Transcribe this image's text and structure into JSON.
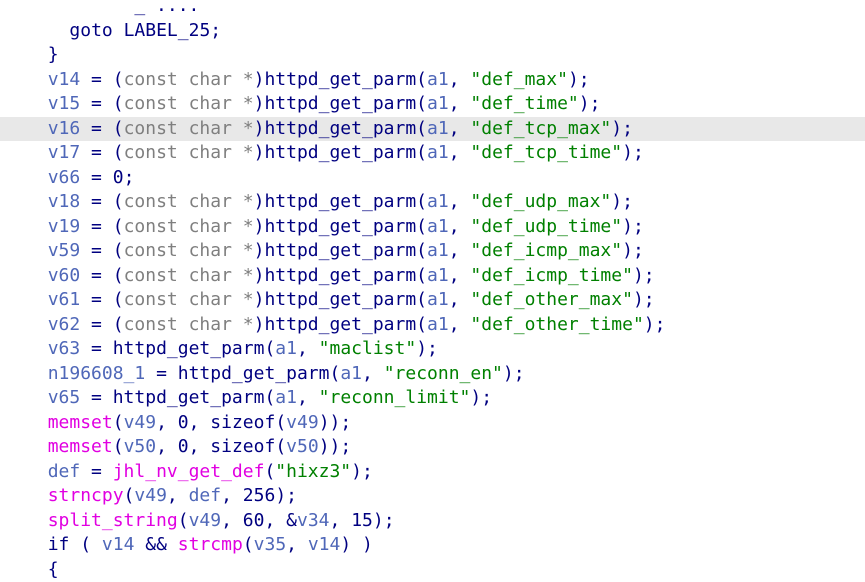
{
  "colors": {
    "background": "#ffffff",
    "current_line": "#e8e8e8",
    "variable": "#4f67b8",
    "type": "#7f7f7f",
    "function": "#000080",
    "library_function": "#e100e1",
    "string": "#008000",
    "number": "#000080"
  },
  "editor": {
    "current_line_index": 4,
    "lines": [
      {
        "indent": 0,
        "tokens": [
          {
            "t": "plain",
            "v": "          _ "
          },
          {
            "t": "op",
            "v": "...."
          }
        ]
      },
      {
        "indent": 4,
        "tokens": [
          {
            "t": "kw",
            "v": "goto"
          },
          {
            "t": "plain",
            "v": " LABEL_25"
          },
          {
            "t": "op",
            "v": ";"
          }
        ]
      },
      {
        "indent": 2,
        "tokens": [
          {
            "t": "op",
            "v": "}"
          }
        ]
      },
      {
        "indent": 2,
        "tokens": [
          {
            "t": "var",
            "v": "v14"
          },
          {
            "t": "op",
            "v": " = ("
          },
          {
            "t": "type",
            "v": "const char *"
          },
          {
            "t": "op",
            "v": ")"
          },
          {
            "t": "func",
            "v": "httpd_get_parm"
          },
          {
            "t": "op",
            "v": "("
          },
          {
            "t": "arg",
            "v": "a1"
          },
          {
            "t": "op",
            "v": ", "
          },
          {
            "t": "str",
            "v": "\"def_max\""
          },
          {
            "t": "op",
            "v": ");"
          }
        ]
      },
      {
        "indent": 2,
        "tokens": [
          {
            "t": "var",
            "v": "v15"
          },
          {
            "t": "op",
            "v": " = ("
          },
          {
            "t": "type",
            "v": "const char *"
          },
          {
            "t": "op",
            "v": ")"
          },
          {
            "t": "func",
            "v": "httpd_get_parm"
          },
          {
            "t": "op",
            "v": "("
          },
          {
            "t": "arg",
            "v": "a1"
          },
          {
            "t": "op",
            "v": ", "
          },
          {
            "t": "str",
            "v": "\"def_time\""
          },
          {
            "t": "op",
            "v": ");"
          }
        ]
      },
      {
        "indent": 2,
        "tokens": [
          {
            "t": "var",
            "v": "v16"
          },
          {
            "t": "op",
            "v": " = ("
          },
          {
            "t": "type",
            "v": "const char *"
          },
          {
            "t": "op",
            "v": ")"
          },
          {
            "t": "func",
            "v": "httpd_get_parm"
          },
          {
            "t": "op",
            "v": "("
          },
          {
            "t": "arg",
            "v": "a1"
          },
          {
            "t": "op",
            "v": ", "
          },
          {
            "t": "str",
            "v": "\"def_tcp_max\""
          },
          {
            "t": "op",
            "v": ");"
          }
        ]
      },
      {
        "indent": 2,
        "tokens": [
          {
            "t": "var",
            "v": "v17"
          },
          {
            "t": "op",
            "v": " = ("
          },
          {
            "t": "type",
            "v": "const char *"
          },
          {
            "t": "op",
            "v": ")"
          },
          {
            "t": "func",
            "v": "httpd_get_parm"
          },
          {
            "t": "op",
            "v": "("
          },
          {
            "t": "arg",
            "v": "a1"
          },
          {
            "t": "op",
            "v": ", "
          },
          {
            "t": "str",
            "v": "\"def_tcp_time\""
          },
          {
            "t": "op",
            "v": ");"
          }
        ]
      },
      {
        "indent": 2,
        "tokens": [
          {
            "t": "var",
            "v": "v66"
          },
          {
            "t": "op",
            "v": " = "
          },
          {
            "t": "num",
            "v": "0"
          },
          {
            "t": "op",
            "v": ";"
          }
        ]
      },
      {
        "indent": 2,
        "tokens": [
          {
            "t": "var",
            "v": "v18"
          },
          {
            "t": "op",
            "v": " = ("
          },
          {
            "t": "type",
            "v": "const char *"
          },
          {
            "t": "op",
            "v": ")"
          },
          {
            "t": "func",
            "v": "httpd_get_parm"
          },
          {
            "t": "op",
            "v": "("
          },
          {
            "t": "arg",
            "v": "a1"
          },
          {
            "t": "op",
            "v": ", "
          },
          {
            "t": "str",
            "v": "\"def_udp_max\""
          },
          {
            "t": "op",
            "v": ");"
          }
        ]
      },
      {
        "indent": 2,
        "tokens": [
          {
            "t": "var",
            "v": "v19"
          },
          {
            "t": "op",
            "v": " = ("
          },
          {
            "t": "type",
            "v": "const char *"
          },
          {
            "t": "op",
            "v": ")"
          },
          {
            "t": "func",
            "v": "httpd_get_parm"
          },
          {
            "t": "op",
            "v": "("
          },
          {
            "t": "arg",
            "v": "a1"
          },
          {
            "t": "op",
            "v": ", "
          },
          {
            "t": "str",
            "v": "\"def_udp_time\""
          },
          {
            "t": "op",
            "v": ");"
          }
        ]
      },
      {
        "indent": 2,
        "tokens": [
          {
            "t": "var",
            "v": "v59"
          },
          {
            "t": "op",
            "v": " = ("
          },
          {
            "t": "type",
            "v": "const char *"
          },
          {
            "t": "op",
            "v": ")"
          },
          {
            "t": "func",
            "v": "httpd_get_parm"
          },
          {
            "t": "op",
            "v": "("
          },
          {
            "t": "arg",
            "v": "a1"
          },
          {
            "t": "op",
            "v": ", "
          },
          {
            "t": "str",
            "v": "\"def_icmp_max\""
          },
          {
            "t": "op",
            "v": ");"
          }
        ]
      },
      {
        "indent": 2,
        "tokens": [
          {
            "t": "var",
            "v": "v60"
          },
          {
            "t": "op",
            "v": " = ("
          },
          {
            "t": "type",
            "v": "const char *"
          },
          {
            "t": "op",
            "v": ")"
          },
          {
            "t": "func",
            "v": "httpd_get_parm"
          },
          {
            "t": "op",
            "v": "("
          },
          {
            "t": "arg",
            "v": "a1"
          },
          {
            "t": "op",
            "v": ", "
          },
          {
            "t": "str",
            "v": "\"def_icmp_time\""
          },
          {
            "t": "op",
            "v": ");"
          }
        ]
      },
      {
        "indent": 2,
        "tokens": [
          {
            "t": "var",
            "v": "v61"
          },
          {
            "t": "op",
            "v": " = ("
          },
          {
            "t": "type",
            "v": "const char *"
          },
          {
            "t": "op",
            "v": ")"
          },
          {
            "t": "func",
            "v": "httpd_get_parm"
          },
          {
            "t": "op",
            "v": "("
          },
          {
            "t": "arg",
            "v": "a1"
          },
          {
            "t": "op",
            "v": ", "
          },
          {
            "t": "str",
            "v": "\"def_other_max\""
          },
          {
            "t": "op",
            "v": ");"
          }
        ]
      },
      {
        "indent": 2,
        "tokens": [
          {
            "t": "var",
            "v": "v62"
          },
          {
            "t": "op",
            "v": " = ("
          },
          {
            "t": "type",
            "v": "const char *"
          },
          {
            "t": "op",
            "v": ")"
          },
          {
            "t": "func",
            "v": "httpd_get_parm"
          },
          {
            "t": "op",
            "v": "("
          },
          {
            "t": "arg",
            "v": "a1"
          },
          {
            "t": "op",
            "v": ", "
          },
          {
            "t": "str",
            "v": "\"def_other_time\""
          },
          {
            "t": "op",
            "v": ");"
          }
        ]
      },
      {
        "indent": 2,
        "tokens": [
          {
            "t": "var",
            "v": "v63"
          },
          {
            "t": "op",
            "v": " = "
          },
          {
            "t": "func",
            "v": "httpd_get_parm"
          },
          {
            "t": "op",
            "v": "("
          },
          {
            "t": "arg",
            "v": "a1"
          },
          {
            "t": "op",
            "v": ", "
          },
          {
            "t": "str",
            "v": "\"maclist\""
          },
          {
            "t": "op",
            "v": ");"
          }
        ]
      },
      {
        "indent": 2,
        "tokens": [
          {
            "t": "var",
            "v": "n196608_1"
          },
          {
            "t": "op",
            "v": " = "
          },
          {
            "t": "func",
            "v": "httpd_get_parm"
          },
          {
            "t": "op",
            "v": "("
          },
          {
            "t": "arg",
            "v": "a1"
          },
          {
            "t": "op",
            "v": ", "
          },
          {
            "t": "str",
            "v": "\"reconn_en\""
          },
          {
            "t": "op",
            "v": ");"
          }
        ]
      },
      {
        "indent": 2,
        "tokens": [
          {
            "t": "var",
            "v": "v65"
          },
          {
            "t": "op",
            "v": " = "
          },
          {
            "t": "func",
            "v": "httpd_get_parm"
          },
          {
            "t": "op",
            "v": "("
          },
          {
            "t": "arg",
            "v": "a1"
          },
          {
            "t": "op",
            "v": ", "
          },
          {
            "t": "str",
            "v": "\"reconn_limit\""
          },
          {
            "t": "op",
            "v": ");"
          }
        ]
      },
      {
        "indent": 2,
        "tokens": [
          {
            "t": "libfn",
            "v": "memset"
          },
          {
            "t": "op",
            "v": "("
          },
          {
            "t": "var",
            "v": "v49"
          },
          {
            "t": "op",
            "v": ", "
          },
          {
            "t": "num",
            "v": "0"
          },
          {
            "t": "op",
            "v": ", "
          },
          {
            "t": "kw",
            "v": "sizeof"
          },
          {
            "t": "op",
            "v": "("
          },
          {
            "t": "var",
            "v": "v49"
          },
          {
            "t": "op",
            "v": "));"
          }
        ]
      },
      {
        "indent": 2,
        "tokens": [
          {
            "t": "libfn",
            "v": "memset"
          },
          {
            "t": "op",
            "v": "("
          },
          {
            "t": "var",
            "v": "v50"
          },
          {
            "t": "op",
            "v": ", "
          },
          {
            "t": "num",
            "v": "0"
          },
          {
            "t": "op",
            "v": ", "
          },
          {
            "t": "kw",
            "v": "sizeof"
          },
          {
            "t": "op",
            "v": "("
          },
          {
            "t": "var",
            "v": "v50"
          },
          {
            "t": "op",
            "v": "));"
          }
        ]
      },
      {
        "indent": 2,
        "tokens": [
          {
            "t": "var",
            "v": "def"
          },
          {
            "t": "op",
            "v": " = "
          },
          {
            "t": "libfn",
            "v": "jhl_nv_get_def"
          },
          {
            "t": "op",
            "v": "("
          },
          {
            "t": "str",
            "v": "\"hixz3\""
          },
          {
            "t": "op",
            "v": ");"
          }
        ]
      },
      {
        "indent": 2,
        "tokens": [
          {
            "t": "libfn",
            "v": "strncpy"
          },
          {
            "t": "op",
            "v": "("
          },
          {
            "t": "var",
            "v": "v49"
          },
          {
            "t": "op",
            "v": ", "
          },
          {
            "t": "var",
            "v": "def"
          },
          {
            "t": "op",
            "v": ", "
          },
          {
            "t": "num",
            "v": "256"
          },
          {
            "t": "op",
            "v": ");"
          }
        ]
      },
      {
        "indent": 2,
        "tokens": [
          {
            "t": "libfn",
            "v": "split_string"
          },
          {
            "t": "op",
            "v": "("
          },
          {
            "t": "var",
            "v": "v49"
          },
          {
            "t": "op",
            "v": ", "
          },
          {
            "t": "num",
            "v": "60"
          },
          {
            "t": "op",
            "v": ", &"
          },
          {
            "t": "var",
            "v": "v34"
          },
          {
            "t": "op",
            "v": ", "
          },
          {
            "t": "num",
            "v": "15"
          },
          {
            "t": "op",
            "v": ");"
          }
        ]
      },
      {
        "indent": 2,
        "tokens": [
          {
            "t": "kw",
            "v": "if"
          },
          {
            "t": "op",
            "v": " ( "
          },
          {
            "t": "var",
            "v": "v14"
          },
          {
            "t": "op",
            "v": " && "
          },
          {
            "t": "libfn",
            "v": "strcmp"
          },
          {
            "t": "op",
            "v": "("
          },
          {
            "t": "var",
            "v": "v35"
          },
          {
            "t": "op",
            "v": ", "
          },
          {
            "t": "var",
            "v": "v14"
          },
          {
            "t": "op",
            "v": ") )"
          }
        ]
      },
      {
        "indent": 2,
        "tokens": [
          {
            "t": "op",
            "v": "{"
          }
        ]
      }
    ]
  }
}
